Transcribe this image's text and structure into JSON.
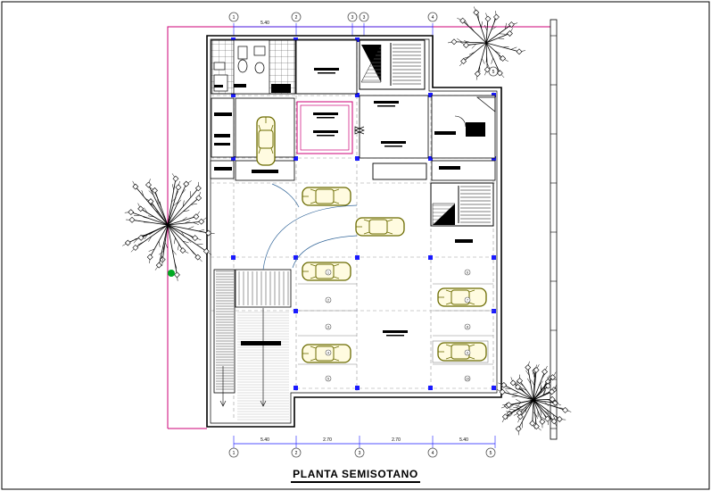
{
  "title": "PLANTA SEMISOTANO",
  "axes_top": [
    "1",
    "2",
    "3",
    "3",
    "4"
  ],
  "axes_bottom": [
    "1",
    "2",
    "3",
    "4",
    "5"
  ],
  "dims_top": [
    "5.40"
  ],
  "dims_bottom": [
    "5.40",
    "2.70",
    "2.70",
    "5.40"
  ],
  "axis_side": "5",
  "parking_numbers": [
    "1",
    "2",
    "3",
    "4",
    "5",
    "6",
    "7",
    "8",
    "9",
    "10"
  ],
  "colors": {
    "walls": "#000000",
    "cars": "#6b6b00",
    "dimension_lines": "#1a1aff",
    "property_line": "#cc0077",
    "grid_bubbles": "#555555",
    "vegetation": "#000000",
    "landscape_accent": "#00aa22"
  }
}
